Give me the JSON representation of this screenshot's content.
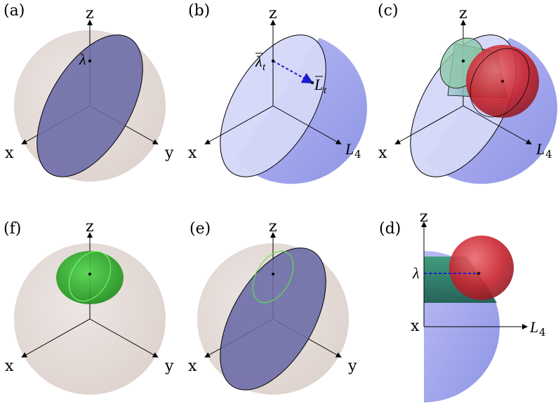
{
  "panels": {
    "a": {
      "label": "(a)",
      "x": "x",
      "y": "y",
      "z": "z",
      "point": "λ"
    },
    "b": {
      "label": "(b)",
      "x": "x",
      "z": "z",
      "axis": "L",
      "axis_sub": "4",
      "start": "λ",
      "start_sub": "t",
      "end": "L",
      "end_sub": "t"
    },
    "c": {
      "label": "(c)",
      "x": "x",
      "z": "z",
      "axis": "L",
      "axis_sub": "4"
    },
    "f": {
      "label": "(f)",
      "x": "x",
      "y": "y",
      "z": "z"
    },
    "e": {
      "label": "(e)",
      "x": "x",
      "y": "y",
      "z": "z"
    },
    "d": {
      "label": "(d)",
      "x": "x",
      "z": "z",
      "axis": "L",
      "axis_sub": "4",
      "point": "λ"
    }
  },
  "colors": {
    "ball": "#e6dcd8",
    "disk": "#6a6aa6",
    "half_ball": "#a4a8ee",
    "half_ball_disk": "#d4d7f7",
    "cylinder": "#2f8a66",
    "red_ball": "#d52a35",
    "green_ball": "#33b02c",
    "arrow": "#1a1ad0"
  }
}
